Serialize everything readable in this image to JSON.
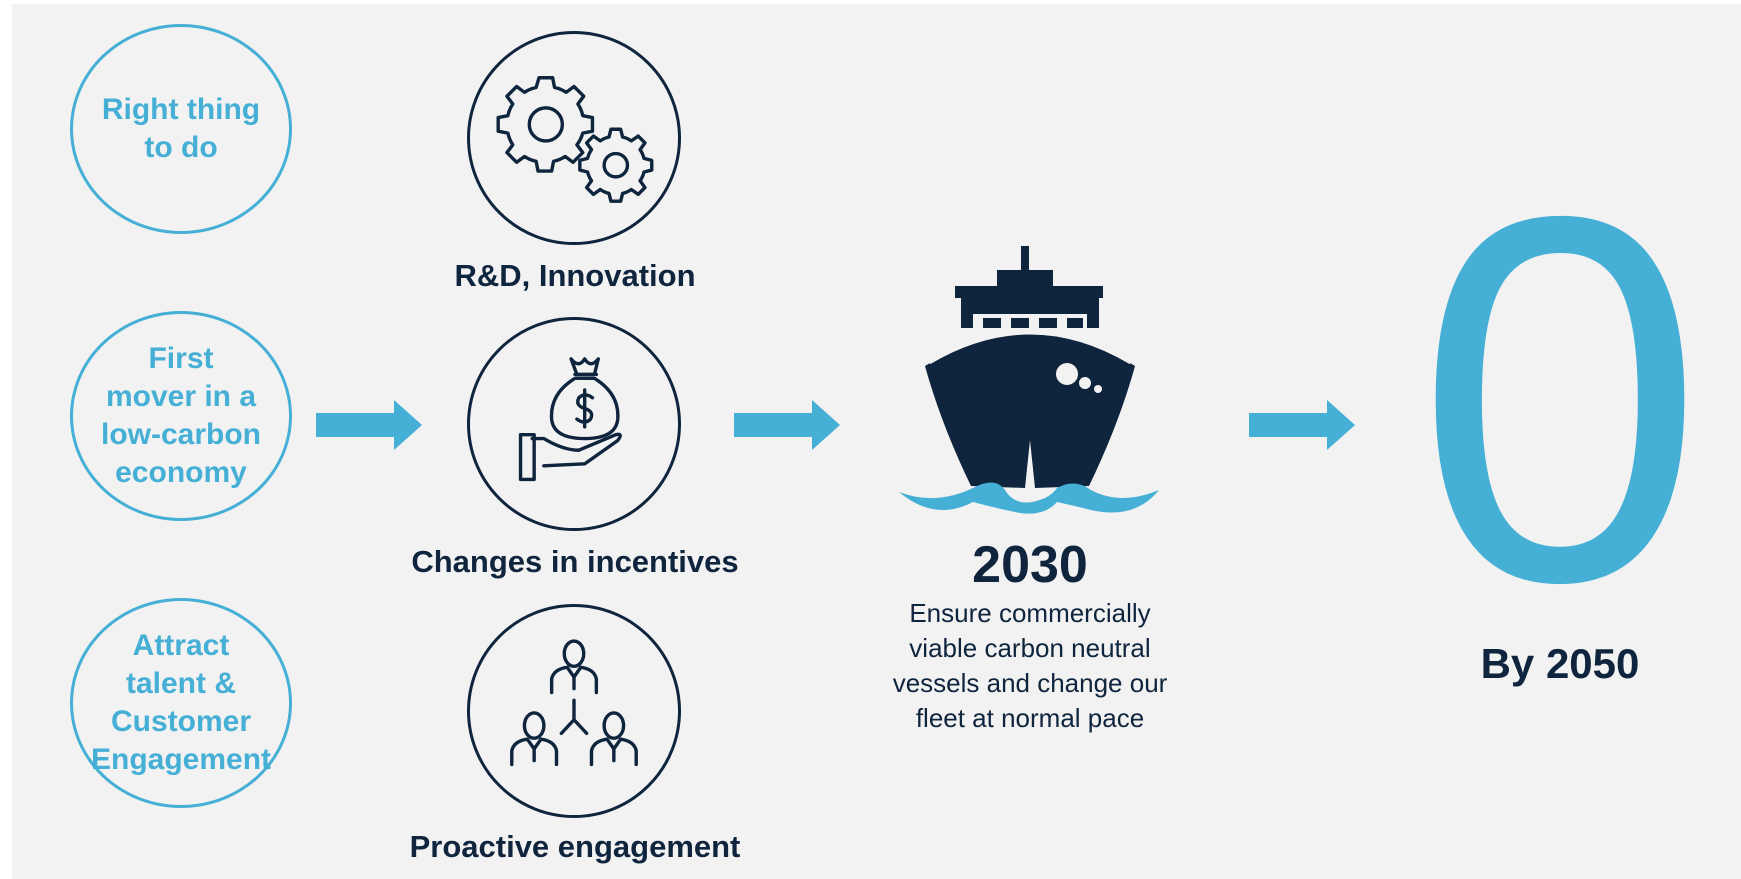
{
  "reasons": [
    {
      "label": "Right thing\nto do"
    },
    {
      "label": "First\nmover in a\nlow-carbon\neconomy"
    },
    {
      "label": "Attract\ntalent &\nCustomer\nEngagement"
    }
  ],
  "drivers": [
    {
      "label": "R&D, Innovation",
      "icon": "gears-icon"
    },
    {
      "label": "Changes in incentives",
      "icon": "money-bag-hand-icon"
    },
    {
      "label": "Proactive engagement",
      "icon": "people-network-icon"
    }
  ],
  "milestone": {
    "year": "2030",
    "description": "Ensure commercially viable carbon neutral vessels and change our fleet at normal pace",
    "icon": "ship-icon"
  },
  "goal": {
    "value": "0",
    "label": "By 2050"
  },
  "colors": {
    "accent": "#45afd6",
    "dark": "#0f243d",
    "background": "#f2f2f2"
  }
}
